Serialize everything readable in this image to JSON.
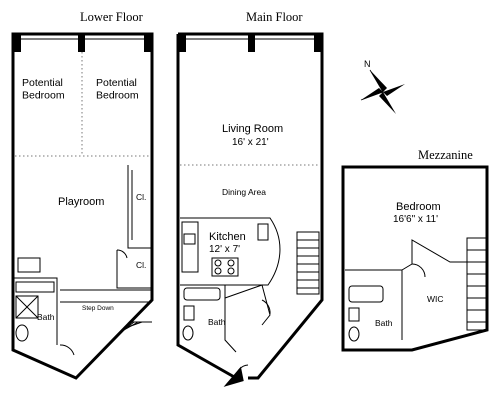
{
  "floors": {
    "lower": {
      "title": "Lower Floor",
      "rooms": {
        "bedroom_1": "Potential\nBedroom",
        "bedroom_2": "Potential\nBedroom",
        "playroom": "Playroom",
        "closet_1": "Cl.",
        "closet_2": "Cl.",
        "step_down": "Step Down",
        "bath": "Bath"
      }
    },
    "main": {
      "title": "Main Floor",
      "rooms": {
        "living_room": "Living Room",
        "living_room_size": "16' x 21'",
        "dining_area": "Dining Area",
        "kitchen": "Kitchen",
        "kitchen_size": "12' x 7'",
        "bath": "Bath"
      }
    },
    "mezzanine": {
      "title": "Mezzanine",
      "rooms": {
        "bedroom": "Bedroom",
        "bedroom_size": "16'6\" x 11'",
        "bath": "Bath",
        "wic": "WIC"
      }
    }
  },
  "compass": {
    "north_label": "N",
    "icon": "compass-rose-icon"
  },
  "entry": {
    "icon": "entry-arrow-icon"
  }
}
